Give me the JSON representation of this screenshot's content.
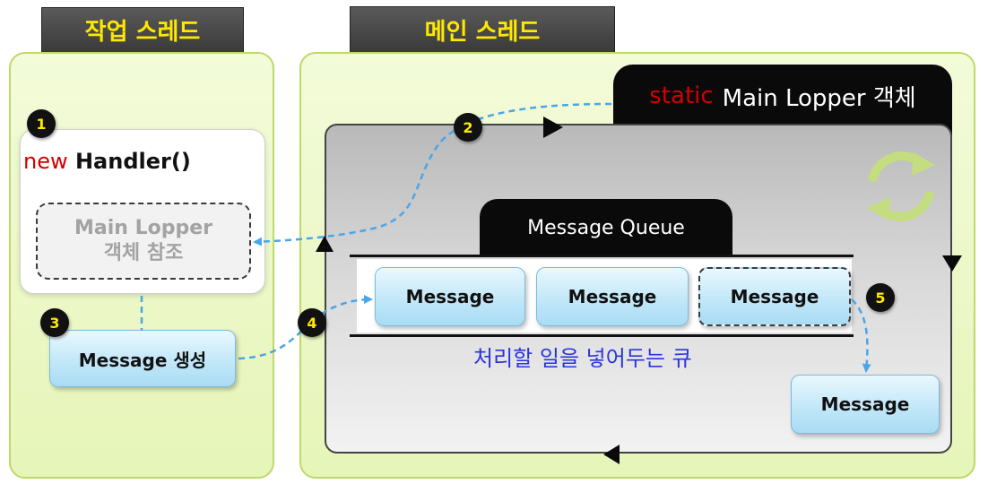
{
  "worker_thread": {
    "title": "작업 스레드"
  },
  "main_thread": {
    "title": "메인 스레드"
  },
  "handler": {
    "keyword": "new",
    "name": "Handler()"
  },
  "looper_ref": {
    "line1": "Main Lopper",
    "line2": "객체 참조"
  },
  "message_create": {
    "label": "Message 생성"
  },
  "main_looper": {
    "keyword": "static",
    "label": "Main Lopper 객체"
  },
  "queue": {
    "title": "Message Queue",
    "messages": [
      "Message",
      "Message",
      "Message"
    ],
    "caption": "처리할 일을 넣어두는 큐"
  },
  "dispatched_message": {
    "label": "Message"
  },
  "steps": [
    "1",
    "2",
    "3",
    "4",
    "5"
  ],
  "colors": {
    "tab_text": "#ffe800",
    "keyword_red": "#d40000",
    "caption_blue": "#2a35d8",
    "arrow_blue": "#4aa6e8"
  },
  "icons": [
    "refresh-cycle-icon"
  ]
}
